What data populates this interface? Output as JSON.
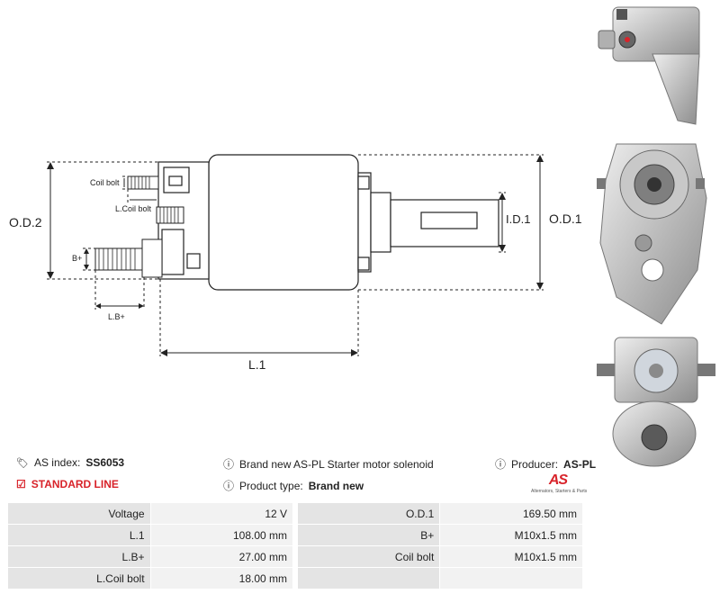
{
  "drawing": {
    "labels": {
      "od2": "O.D.2",
      "od1": "O.D.1",
      "id1": "I.D.1",
      "coil_bolt": "Coil bolt",
      "l_coil_bolt": "L.Coil bolt",
      "b_plus": "B+",
      "l_b_plus": "L.B+",
      "l1": "L.1"
    }
  },
  "info": {
    "as_index_label": "AS index:",
    "as_index_value": "SS6053",
    "line_label": "STANDARD LINE",
    "description": "Brand new AS-PL Starter motor solenoid",
    "product_type_label": "Product type:",
    "product_type_value": "Brand new",
    "producer_label": "Producer:",
    "producer_value": "AS-PL"
  },
  "logo": {
    "mark": "AS",
    "tagline": "Alternators, Starters & Parts"
  },
  "specs": [
    {
      "label_a": "Voltage",
      "value_a": "12 V",
      "label_b": "O.D.1",
      "value_b": "169.50 mm"
    },
    {
      "label_a": "L.1",
      "value_a": "108.00 mm",
      "label_b": "B+",
      "value_b": "M10x1.5 mm"
    },
    {
      "label_a": "L.B+",
      "value_a": "27.00 mm",
      "label_b": "Coil bolt",
      "value_b": "M10x1.5 mm"
    },
    {
      "label_a": "L.Coil bolt",
      "value_a": "18.00 mm",
      "label_b": "",
      "value_b": ""
    }
  ],
  "colors": {
    "accent": "#d8232a"
  }
}
